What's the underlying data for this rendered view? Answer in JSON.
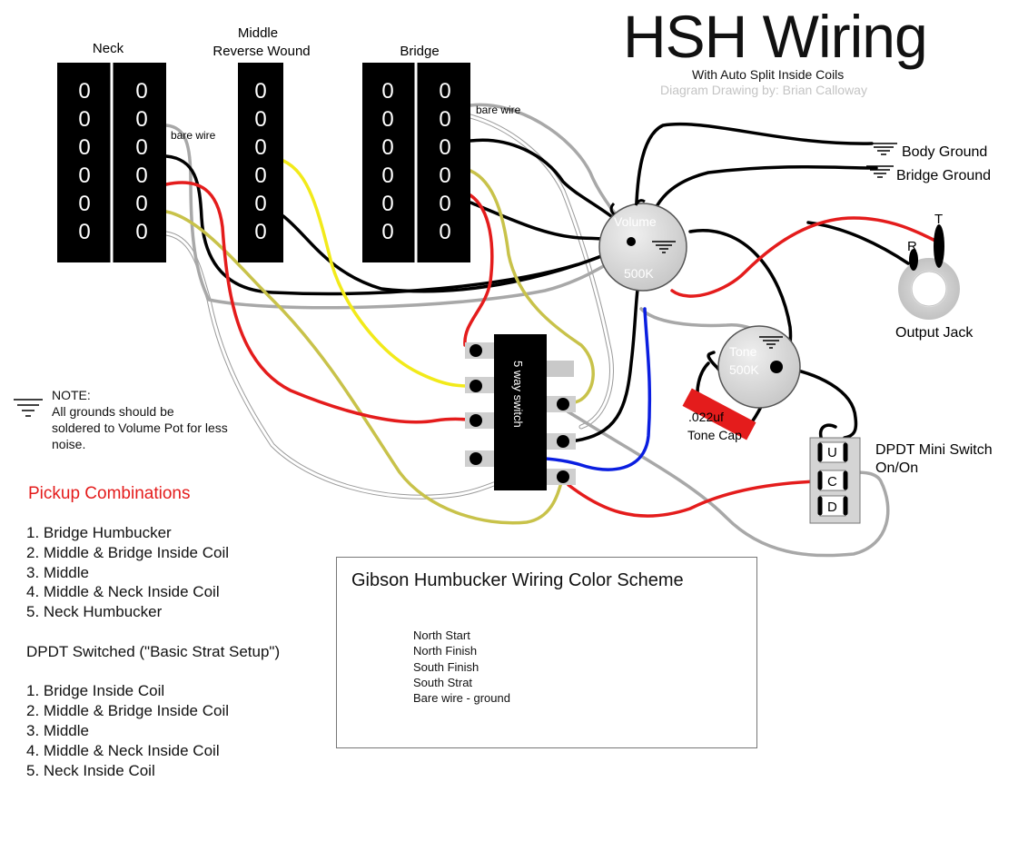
{
  "title": "HSH Wiring",
  "subtitle": "With Auto Split Inside Coils",
  "credit": "Diagram Drawing by: Brian Calloway",
  "pickups": {
    "neck": "Neck",
    "middle_line1": "Middle",
    "middle_line2": "Reverse Wound",
    "bridge": "Bridge",
    "pole_glyph": "0"
  },
  "wire_labels": {
    "neck_bare": "bare wire",
    "bridge_bare": "bare wire"
  },
  "components": {
    "volume_label": "Volume",
    "volume_value": "500K",
    "tone_label": "Tone",
    "tone_value": "500K",
    "switch_label": "5 way switch",
    "cap_value": ".022uf",
    "cap_label": "Tone Cap",
    "body_ground": "Body Ground",
    "bridge_ground": "Bridge Ground",
    "jack_tip": "T",
    "jack_ring": "R",
    "jack_label": "Output Jack",
    "dpdt_label_line1": "DPDT Mini Switch",
    "dpdt_label_line2": "On/On",
    "dpdt_u": "U",
    "dpdt_c": "C",
    "dpdt_d": "D"
  },
  "note": "NOTE:\nAll grounds should be\nsoldered to Volume Pot for less\nnoise.",
  "combinations": {
    "title": "Pickup Combinations",
    "text": "1. Bridge Humbucker\n2. Middle & Bridge Inside Coil\n3. Middle\n4. Middle & Neck Inside Coil\n5. Neck Humbucker\n\nDPDT Switched (\"Basic Strat Setup\")\n\n1. Bridge Inside Coil\n2. Middle & Bridge Inside Coil\n3. Middle\n4. Middle & Neck Inside Coil\n5. Neck Inside Coil"
  },
  "legend": {
    "title": "Gibson Humbucker Wiring Color Scheme",
    "items": [
      {
        "label": "North Start",
        "color": "#e41c1c"
      },
      {
        "label": "North Finish",
        "color": "#ffffff"
      },
      {
        "label": "South Finish",
        "color": "#c8c24a"
      },
      {
        "label": "South Strat",
        "color": "#000000"
      },
      {
        "label": "Bare wire - ground",
        "color": "#b8b8b8"
      }
    ]
  },
  "colors": {
    "red": "#e41c1c",
    "yellow": "#f2ea1a",
    "olive": "#c8c24a",
    "black": "#000000",
    "gray": "#a8a8a8",
    "white_wire": "#ffffff",
    "blue": "#0a1ee0",
    "pot_fill": "#d6d6d6"
  }
}
